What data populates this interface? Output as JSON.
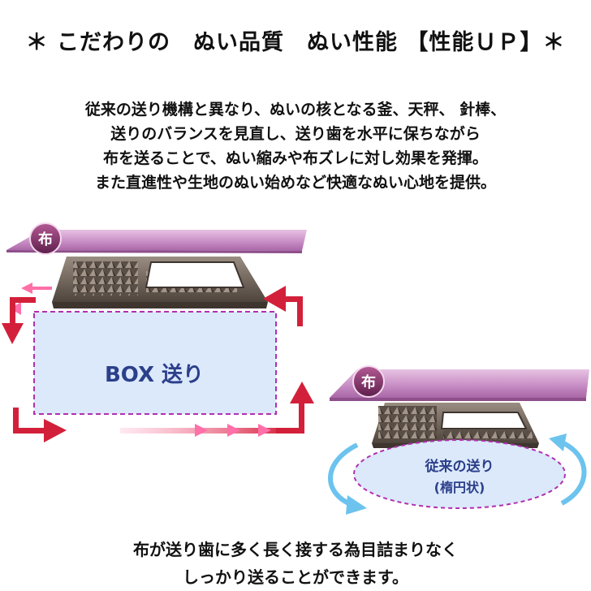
{
  "heading": "＊ こだわりの　ぬい品質　ぬい性能 【性能ＵＰ】＊",
  "description": [
    "従来の送り機構と異なり、ぬいの核となる釜、天秤、 針棒、",
    "送りのバランスを見直し、送り歯を水平に保ちながら",
    "布を送ることで、ぬい縮みや布ズレに対し効果を発揮。",
    "また直進性や生地のぬい始めなど快適なぬい心地を提供。"
  ],
  "diagram": {
    "cloth_label": "布",
    "box_feed_label": "BOX 送り",
    "conventional_label": "従来の送り",
    "conventional_sublabel": "(楕円状)",
    "colors": {
      "cloth": "#c98fc6",
      "badge": "#7a2a60",
      "red_arrow": "#d3203a",
      "pink_arrow": "#ff5fa0",
      "box_fill": "#dbe9fb",
      "box_border": "#b22fb0",
      "blue_arrow": "#6cc3ee",
      "feed_dog": "#6e6258"
    }
  },
  "footer": [
    "布が送り歯に多く長く接する為目詰まりなく",
    "しっかり送ることができます。"
  ]
}
